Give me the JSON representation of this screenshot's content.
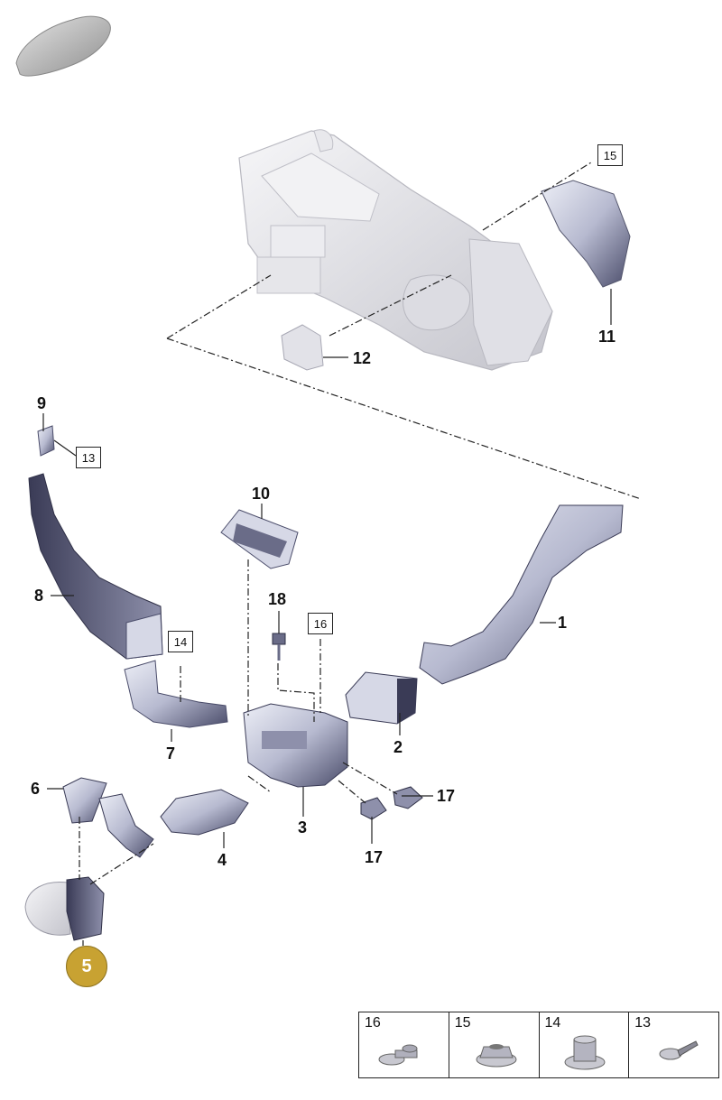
{
  "diagram": {
    "callouts": {
      "p1": "1",
      "p2": "2",
      "p3": "3",
      "p4": "4",
      "p5": "5",
      "p6": "6",
      "p7": "7",
      "p8": "8",
      "p9": "9",
      "p10": "10",
      "p11": "11",
      "p12": "12",
      "p17a": "17",
      "p17b": "17",
      "p18": "18"
    },
    "boxed_refs": {
      "b13": "13",
      "b14": "14",
      "b15": "15",
      "b16": "16"
    },
    "highlighted_part": "5",
    "legend": [
      {
        "num": "16",
        "icon": "bolt-with-washer-icon"
      },
      {
        "num": "15",
        "icon": "flange-nut-icon"
      },
      {
        "num": "14",
        "icon": "speed-nut-icon"
      },
      {
        "num": "13",
        "icon": "screw-icon"
      }
    ],
    "colors": {
      "part_fill": "#d6d8e6",
      "part_shade": "#5a5c7a",
      "part_dark": "#2e2f46",
      "housing": "#e8e8ec",
      "highlight": "#c8a232"
    }
  }
}
